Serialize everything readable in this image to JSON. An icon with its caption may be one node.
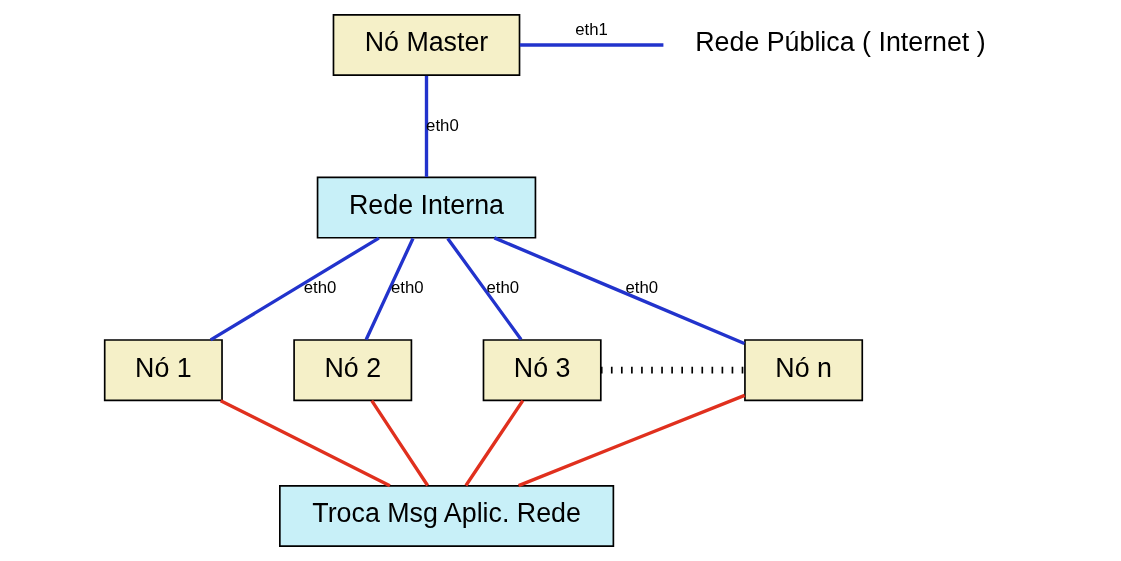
{
  "diagram": {
    "nodes": [
      {
        "text": [
          "Nó Master"
        ]
      },
      {
        "text": [
          "Rede Pública ( Internet )"
        ]
      },
      {
        "text": [
          "Rede Interna"
        ]
      },
      {
        "text": [
          "Nó 1"
        ]
      },
      {
        "text": [
          "Nó 2"
        ]
      },
      {
        "text": [
          "Nó 3"
        ]
      },
      {
        "text": [
          "Nó n"
        ]
      },
      {
        "text": [
          "Troca Msg Aplic. Rede"
        ]
      }
    ],
    "edges": [
      {
        "from": 0,
        "to": 1,
        "arrow": "none",
        "label": "eth1"
      },
      {
        "from": 0,
        "to": 2,
        "arrow": "none",
        "label": "eth0"
      },
      {
        "from": 2,
        "to": 3,
        "arrow": "none",
        "label": "eth0"
      },
      {
        "from": 2,
        "to": 4,
        "arrow": "none",
        "label": "eth0"
      },
      {
        "from": 2,
        "to": 5,
        "arrow": "none",
        "label": "eth0"
      },
      {
        "from": 2,
        "to": 6,
        "arrow": "none",
        "label": "eth0"
      },
      {
        "from": 5,
        "to": 6,
        "arrow": "none",
        "style": "dashed",
        "color": "#000000"
      },
      {
        "from": 3,
        "to": 7,
        "arrow": "none",
        "color": "#e0301e"
      },
      {
        "from": 4,
        "to": 7,
        "arrow": "none",
        "color": "#e0301e"
      },
      {
        "from": 5,
        "to": 7,
        "arrow": "none",
        "color": "#e0301e"
      },
      {
        "from": 6,
        "to": 7,
        "arrow": "none",
        "color": "#e0301e"
      }
    ]
  }
}
